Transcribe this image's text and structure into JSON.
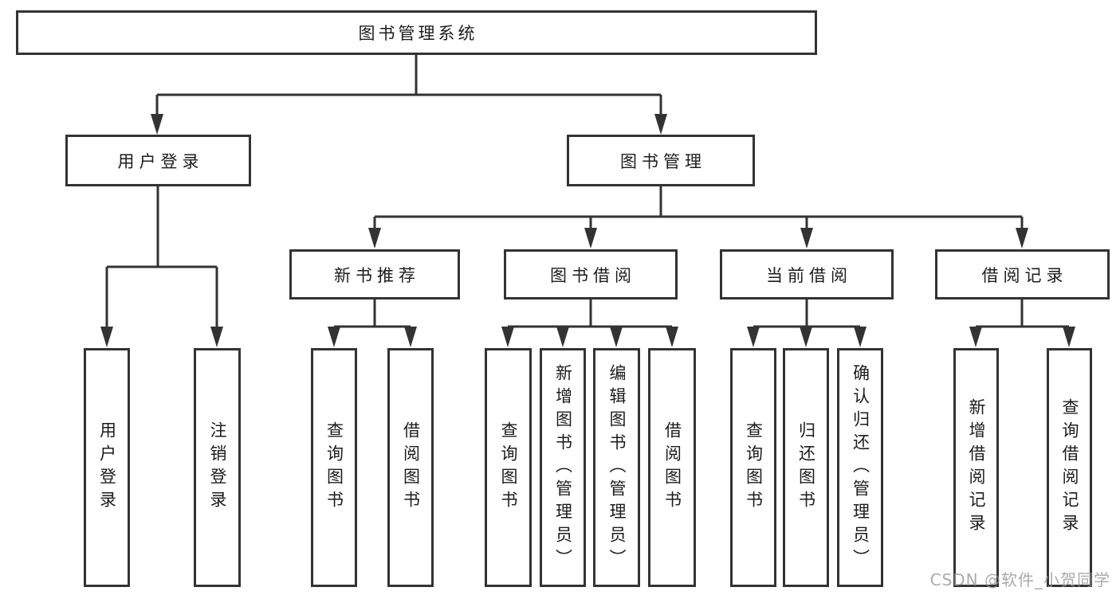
{
  "diagram": {
    "root": {
      "label": "图书管理系统"
    },
    "level2": [
      {
        "label": "用户登录"
      },
      {
        "label": "图书管理"
      }
    ],
    "level3": [
      {
        "label": "新书推荐"
      },
      {
        "label": "图书借阅"
      },
      {
        "label": "当前借阅"
      },
      {
        "label": "借阅记录"
      }
    ],
    "leaves": {
      "login": [
        "用户登录",
        "注销登录"
      ],
      "newbook": [
        "查询图书",
        "借阅图书"
      ],
      "borrow": [
        "查询图书",
        "新增图书（管理员）",
        "编辑图书（管理员）",
        "借阅图书"
      ],
      "current": [
        "查询图书",
        "归还图书",
        "确认归还（管理员）"
      ],
      "records": [
        "新增借阅记录",
        "查询借阅记录"
      ]
    }
  },
  "watermark": "CSDN @软件_小贺同学",
  "colors": {
    "line": "#333333",
    "box_border": "#333333",
    "text": "#1c1c1c",
    "background": "#ffffff",
    "watermark": "#969696"
  }
}
